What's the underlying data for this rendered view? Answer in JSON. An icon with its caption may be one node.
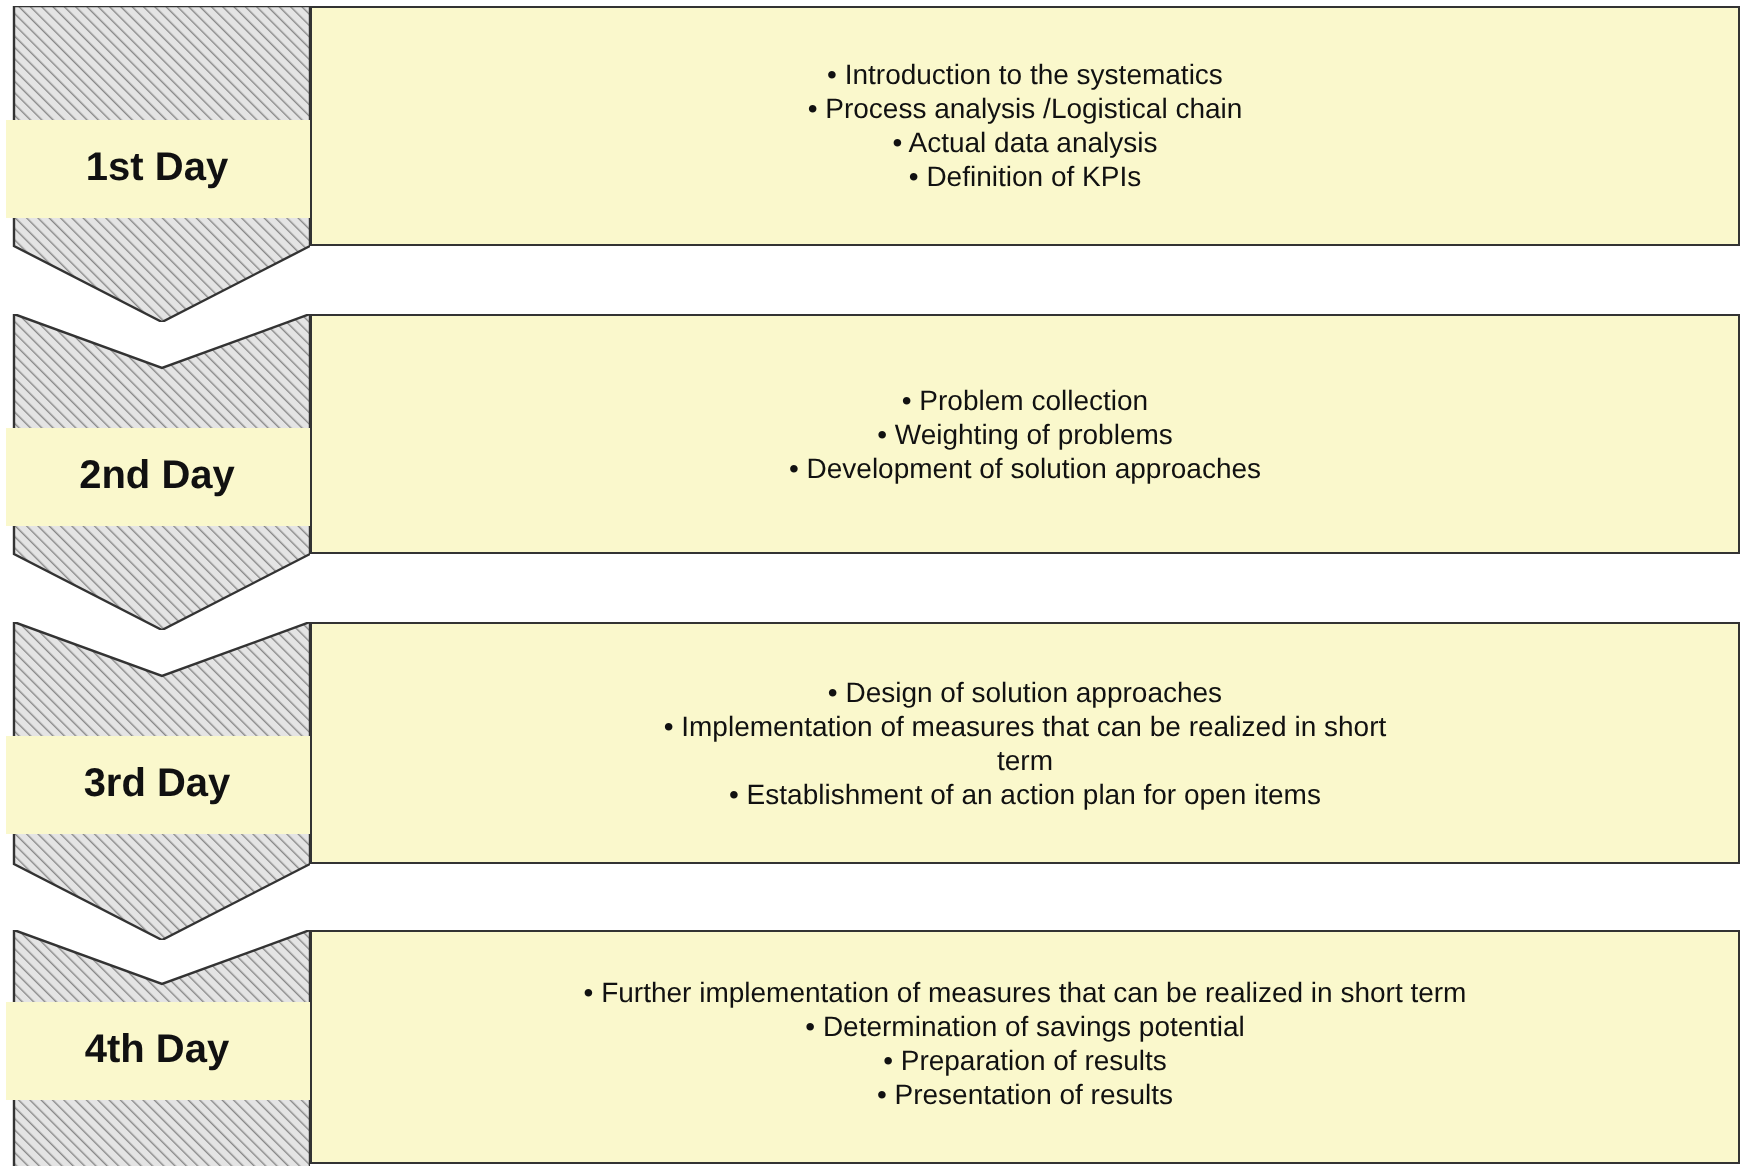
{
  "diagram": {
    "nodes": [
      {
        "text": [],
        "shape": "chevron"
      },
      {
        "text": [
          "1st Day"
        ],
        "in": 0
      },
      {
        "text": [
          "• Introduction to the systematics",
          "• Process analysis /Logistical chain",
          "• Actual data analysis",
          "• Definition of KPIs"
        ]
      },
      {
        "text": [],
        "shape": "chevron"
      },
      {
        "text": [
          "2nd Day"
        ],
        "in": 3
      },
      {
        "text": [
          "• Problem collection",
          "• Weighting of problems",
          "• Development of solution approaches"
        ]
      },
      {
        "text": [],
        "shape": "chevron"
      },
      {
        "text": [
          "3rd Day"
        ],
        "in": 6
      },
      {
        "text": [
          "• Design of solution approaches",
          "• Implementation of measures that can be realized in short term",
          "• Establishment of an action plan for open items"
        ]
      },
      {
        "text": [],
        "shape": "chevron"
      },
      {
        "text": [
          "4th Day"
        ],
        "in": 9
      },
      {
        "text": [
          "• Further implementation of measures that can be realized in short term",
          "• Determination of savings potential",
          "• Preparation of results",
          "• Presentation of results"
        ]
      }
    ]
  }
}
